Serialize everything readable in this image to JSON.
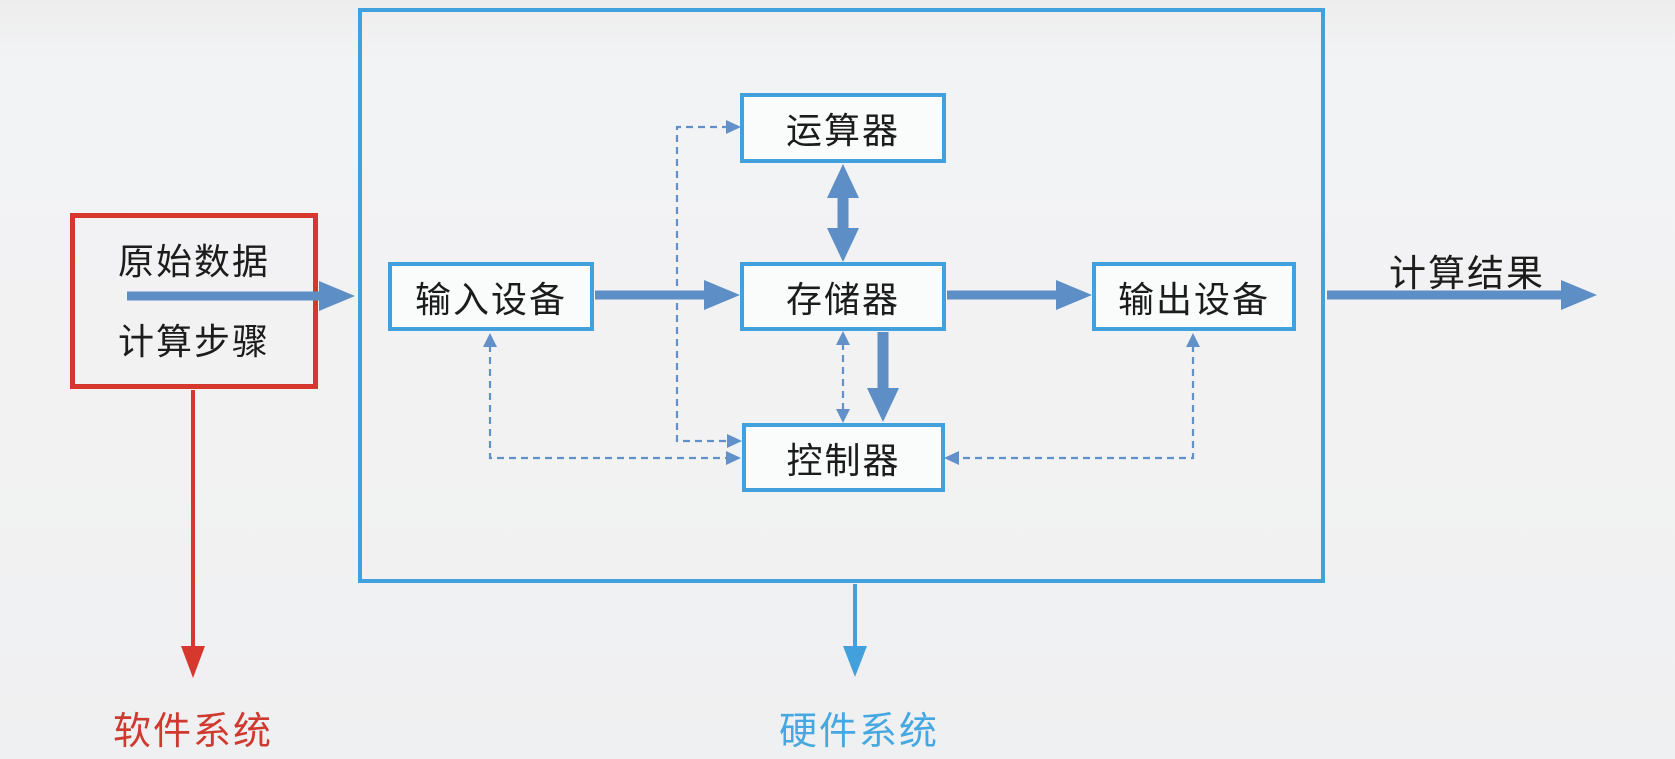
{
  "diagram_title": "computer-system-composition-diagram",
  "colors": {
    "node_border": "#42a1dc",
    "arrow_solid": "#5d8ec6",
    "arrow_dashed": "#6290c9",
    "red": "#d6382e",
    "software_text": "#cf3a30",
    "hardware_text": "#45a8e0",
    "text": "#1c1c1c"
  },
  "software_box": {
    "line1": "原始数据",
    "line2": "计算步骤"
  },
  "nodes": {
    "alu": {
      "label": "运算器"
    },
    "input": {
      "label": "输入设备"
    },
    "memory": {
      "label": "存储器"
    },
    "output": {
      "label": "输出设备"
    },
    "controller": {
      "label": "控制器"
    }
  },
  "labels": {
    "software_system": "软件系统",
    "hardware_system": "硬件系统",
    "result": "计算结果"
  },
  "edges": [
    {
      "from": "software_box",
      "to": "hardware_frame",
      "style": "solid-thick",
      "direction": "forward"
    },
    {
      "from": "input",
      "to": "memory",
      "style": "solid-thick",
      "direction": "forward"
    },
    {
      "from": "memory",
      "to": "output",
      "style": "solid-thick",
      "direction": "forward"
    },
    {
      "from": "hardware_frame",
      "to": "result",
      "style": "solid-thick",
      "direction": "forward"
    },
    {
      "from": "alu",
      "to": "memory",
      "style": "solid-thick",
      "direction": "bidirectional"
    },
    {
      "from": "memory",
      "to": "controller",
      "style": "solid-thick",
      "direction": "forward"
    },
    {
      "from": "memory",
      "to": "controller",
      "style": "dashed",
      "direction": "bidirectional"
    },
    {
      "from": "controller",
      "to": "alu",
      "style": "dashed",
      "direction": "bidirectional"
    },
    {
      "from": "controller",
      "to": "input",
      "style": "dashed",
      "direction": "bidirectional"
    },
    {
      "from": "controller",
      "to": "output",
      "style": "dashed",
      "direction": "bidirectional"
    },
    {
      "from": "software_box",
      "to": "software_system_label",
      "style": "solid-thin-red",
      "direction": "forward"
    },
    {
      "from": "hardware_frame",
      "to": "hardware_system_label",
      "style": "solid-thin-blue",
      "direction": "forward"
    }
  ]
}
